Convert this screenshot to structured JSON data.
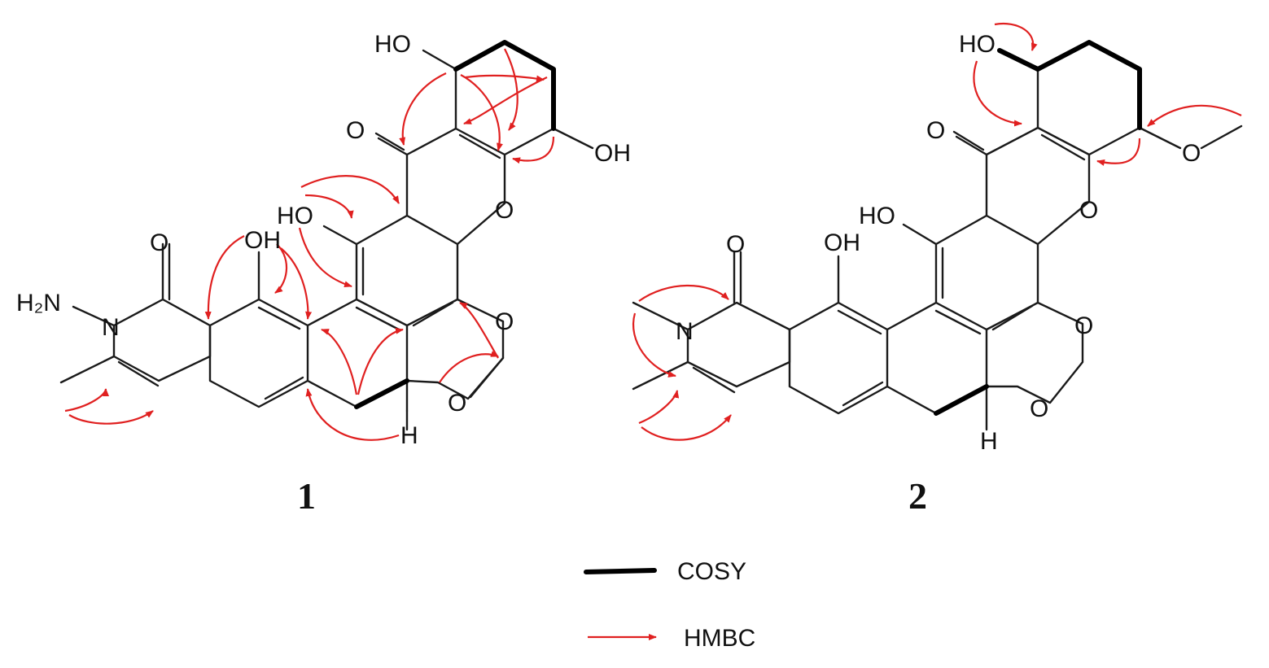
{
  "compounds": {
    "one": {
      "label": "1",
      "atoms": {
        "ho_top": "HO",
        "oh_right": "OH",
        "o_ketone": "O",
        "o_pyran": "O",
        "ho_mid": "HO",
        "oh_left": "OH",
        "o_amide": "O",
        "nh2": "H₂N",
        "n": "N",
        "o_dioxane_r": "O",
        "o_dioxane_b": "O",
        "h": "H"
      }
    },
    "two": {
      "label": "2",
      "atoms": {
        "ho_top": "HO",
        "o_methoxy": "O",
        "o_ketone": "O",
        "o_pyran": "O",
        "ho_mid": "HO",
        "oh_left": "OH",
        "o_amide": "O",
        "n": "N",
        "o_dioxane_r": "O",
        "o_dioxane_b": "O",
        "h": "H"
      }
    }
  },
  "legend": {
    "cosy_label": "COSY",
    "hmbc_label": "HMBC"
  },
  "colors": {
    "hmbc": "#e02020",
    "cosy": "#000000",
    "bond": "#1a1a1a"
  }
}
